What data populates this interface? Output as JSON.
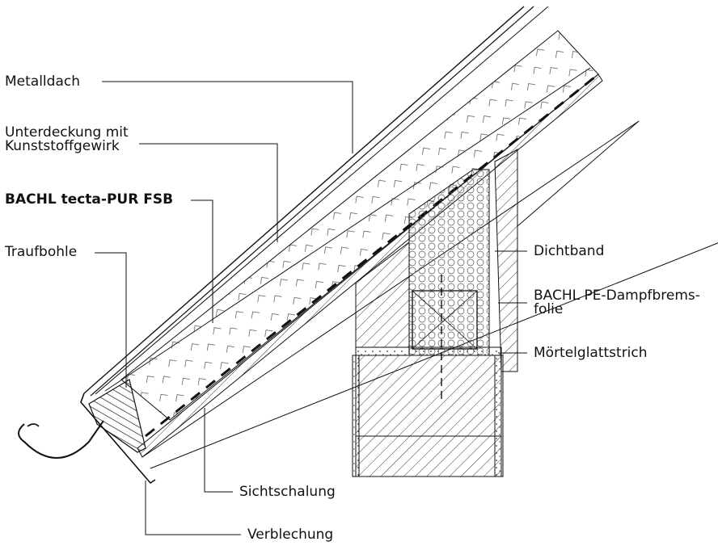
{
  "labels": {
    "metalldach": "Metalldach",
    "unterdeckung_1": "Unterdeckung mit",
    "unterdeckung_2": "Kunststoffgewirk",
    "bachl_pur": "BACHL tecta-PUR FSB",
    "traufbohle": "Traufbohle",
    "dichtband": "Dichtband",
    "pe_1": "BACHL PE-Dampfbrems-",
    "pe_2": "folie",
    "moertel": "Mörtelglattstrich",
    "sichtschalung": "Sichtschalung",
    "verblechung": "Verblechung"
  }
}
